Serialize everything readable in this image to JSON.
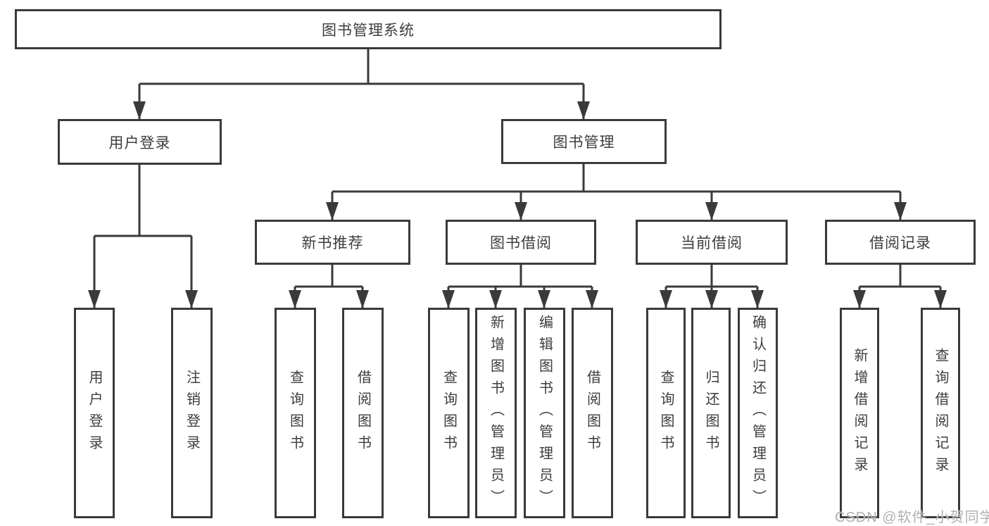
{
  "diagram": {
    "title": "图书管理系统",
    "branches": [
      {
        "label": "用户登录",
        "children": [
          {
            "label": "用户登录"
          },
          {
            "label": "注销登录"
          }
        ]
      },
      {
        "label": "图书管理",
        "children": [
          {
            "label": "新书推荐",
            "children": [
              {
                "label": "查询图书"
              },
              {
                "label": "借阅图书"
              }
            ]
          },
          {
            "label": "图书借阅",
            "children": [
              {
                "label": "查询图书"
              },
              {
                "label": "新增图书（管理员）"
              },
              {
                "label": "编辑图书（管理员）"
              },
              {
                "label": "借阅图书"
              }
            ]
          },
          {
            "label": "当前借阅",
            "children": [
              {
                "label": "查询图书"
              },
              {
                "label": "归还图书"
              },
              {
                "label": "确认归还（管理员）"
              }
            ]
          },
          {
            "label": "借阅记录",
            "children": [
              {
                "label": "新增借阅记录"
              },
              {
                "label": "查询借阅记录"
              }
            ]
          }
        ]
      }
    ]
  },
  "watermark": {
    "text": "CSDN @软件_小贺同学"
  },
  "colors": {
    "line": "#3a3a3a",
    "box_border": "#3a3a3a",
    "box_background": "#ffffff",
    "text": "#3d3d3d",
    "watermark_text": "#b0b0b0",
    "page_background": "#ffffff"
  }
}
